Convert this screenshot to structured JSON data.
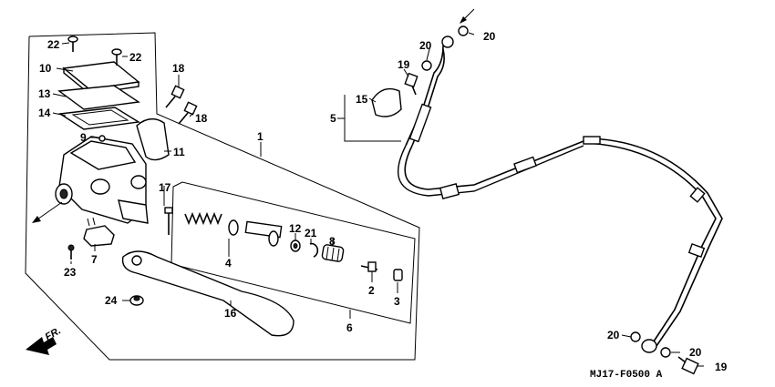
{
  "diagram": {
    "diagram_code": "MJ17-F0500 A",
    "direction_label": "FR.",
    "callouts": [
      {
        "key": "p22a",
        "text": "22"
      },
      {
        "key": "p22b",
        "text": "22"
      },
      {
        "key": "p10",
        "text": "10"
      },
      {
        "key": "p13",
        "text": "13"
      },
      {
        "key": "p14",
        "text": "14"
      },
      {
        "key": "p9",
        "text": "9"
      },
      {
        "key": "p11",
        "text": "11"
      },
      {
        "key": "p18a",
        "text": "18"
      },
      {
        "key": "p18b",
        "text": "18"
      },
      {
        "key": "p1",
        "text": "1"
      },
      {
        "key": "p17",
        "text": "17"
      },
      {
        "key": "p7",
        "text": "7"
      },
      {
        "key": "p23",
        "text": "23"
      },
      {
        "key": "p4",
        "text": "4"
      },
      {
        "key": "p12",
        "text": "12"
      },
      {
        "key": "p21",
        "text": "21"
      },
      {
        "key": "p8",
        "text": "8"
      },
      {
        "key": "p2",
        "text": "2"
      },
      {
        "key": "p3",
        "text": "3"
      },
      {
        "key": "p24",
        "text": "24"
      },
      {
        "key": "p16",
        "text": "16"
      },
      {
        "key": "p6",
        "text": "6"
      },
      {
        "key": "p20a",
        "text": "20"
      },
      {
        "key": "p20b",
        "text": "20"
      },
      {
        "key": "p19a",
        "text": "19"
      },
      {
        "key": "p15",
        "text": "15"
      },
      {
        "key": "p5",
        "text": "5"
      },
      {
        "key": "p20c",
        "text": "20"
      },
      {
        "key": "p20d",
        "text": "20"
      },
      {
        "key": "p19b",
        "text": "19"
      }
    ]
  }
}
